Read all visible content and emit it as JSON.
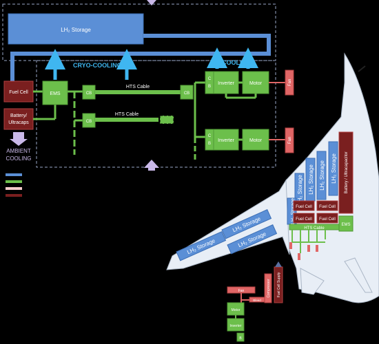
{
  "colors": {
    "background": "#000000",
    "lh2_storage": "#5b8fd6",
    "green_component": "#6cbf4b",
    "fuel_cell": "#7a1f1f",
    "fan": "#e06666",
    "cryo_arrow": "#3fb6f0",
    "ambient_arrow": "#c9b8e8",
    "aircraft": "#e8eef6"
  },
  "diagram": {
    "lh2_storage": "LH₂ Storage",
    "cryo_cooling": "CRYO-COOLING",
    "cooling": "COOLING",
    "fuel_cell": "Fuel Cell",
    "battery_line1": "Battery/",
    "battery_line2": "Ultracaps",
    "ambient_line1": "AMBIENT",
    "ambient_line2": "COOLING",
    "ems": "EMS",
    "cb": "CB",
    "cb_stacked_c": "C",
    "cb_stacked_b": "B",
    "hts_cable": "HTS Cable",
    "inverter": "Inverter",
    "motor": "Motor",
    "fan": "Fan"
  },
  "aircraft": {
    "lh2_storage": "LH₂ Storage",
    "fuel_cell": "Fuel Cell",
    "battery": "Battery / Ultracapacitor",
    "hts_cable": "HTS Cable",
    "ems": "EMS"
  },
  "propulsor": {
    "fan": "Fan",
    "compressor": "Compressor",
    "bleed": "Bleed",
    "fuel_cell_supply": "Fuel Cell Supply",
    "motor": "Motor",
    "inverter": "Inverter",
    "b": "B"
  }
}
